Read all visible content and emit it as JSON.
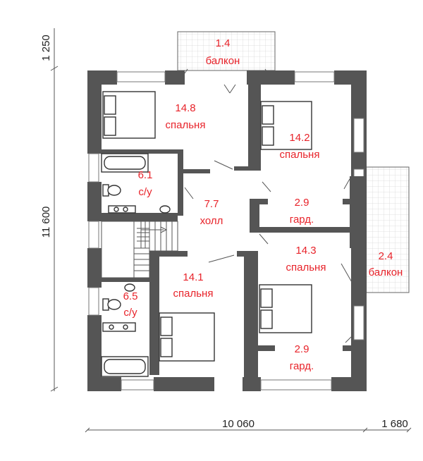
{
  "rooms": [
    {
      "id": "balcony-top",
      "area": "1.4",
      "name": "балкон"
    },
    {
      "id": "bedroom-nw",
      "area": "14.8",
      "name": "спальня"
    },
    {
      "id": "bedroom-ne",
      "area": "14.2",
      "name": "спальня"
    },
    {
      "id": "bath-top",
      "area": "6.1",
      "name": "с/у"
    },
    {
      "id": "hall",
      "area": "7.7",
      "name": "холл"
    },
    {
      "id": "wardrobe-1",
      "area": "2.9",
      "name": "гард."
    },
    {
      "id": "bedroom-e",
      "area": "14.3",
      "name": "спальня"
    },
    {
      "id": "balcony-right",
      "area": "2.4",
      "name": "балкон"
    },
    {
      "id": "bedroom-sw",
      "area": "14.1",
      "name": "спальня"
    },
    {
      "id": "bath-bottom",
      "area": "6.5",
      "name": "с/у"
    },
    {
      "id": "wardrobe-2",
      "area": "2.9",
      "name": "гард."
    }
  ],
  "dimensions": {
    "left_top": "1 250",
    "left_main": "11 600",
    "bottom_main": "10 060",
    "bottom_right": "1 680"
  }
}
